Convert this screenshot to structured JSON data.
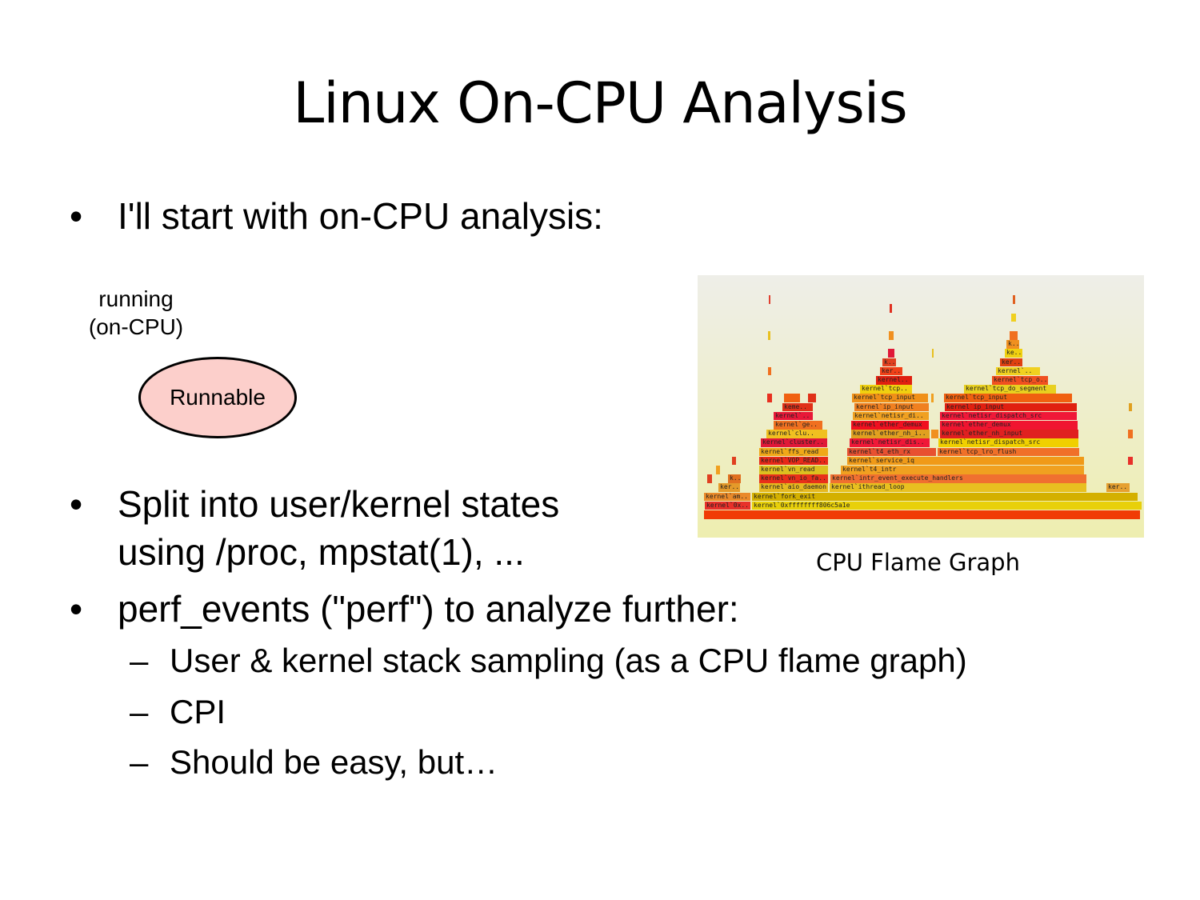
{
  "slide": {
    "title": "Linux On-CPU Analysis",
    "bullets": [
      {
        "marker": "•",
        "text": "I'll start with on-CPU analysis:"
      },
      {
        "marker": "•",
        "line1": "Split into user/kernel states",
        "line2": "using /proc, mpstat(1), ..."
      },
      {
        "marker": "•",
        "text": "perf_events (\"perf\") to analyze further:"
      }
    ],
    "sub_bullets": [
      {
        "marker": "–",
        "text": "User & kernel stack sampling (as a CPU flame graph)"
      },
      {
        "marker": "–",
        "text": "CPI"
      },
      {
        "marker": "–",
        "text": "Should be easy, but…"
      }
    ]
  },
  "state_diagram": {
    "label_line1": "running",
    "label_line2": "(on-CPU)",
    "state": "Runnable"
  },
  "flame_graph": {
    "caption": "CPU Flame Graph",
    "labels": [
      "kernel`0x..",
      "kernel`0xffffffff806c5a1e",
      "kernel`am..",
      "kernel`fork_exit",
      "ker..",
      "kernel`aio_daemon",
      "kernel`ithread_loop",
      "ker..",
      "k..",
      "kernel`vn_io_fa..",
      "kernel`intr_event_execute_handlers",
      "kernel`vn_read",
      "kernel`t4_intr",
      "kernel`VOP_READ..",
      "kernel`service_iq",
      "kernel`ffs_read",
      "kernel`t4_eth_rx",
      "kernel`tcp_lro_flush",
      "kernel`cluster..",
      "kernel`netisr_dis..",
      "kernel`netisr_dispatch_src",
      "kernel`clu..",
      "kernel`ether_nh_i..",
      "kernel`ether_nh_input",
      "kernel`ge..",
      "kernel`ether_demux",
      "kernel`ether_demux",
      "kernel`..",
      "kernel`netisr_di..",
      "kernel`netisr_dispatch_src",
      "keme..",
      "kernel`ip_input",
      "kernel`ip_input",
      "kernel`tcp_input",
      "kernel`tcp_input",
      "kernel`tcp..",
      "kernel`tcp_do_segment",
      "kernel..",
      "kernel`tcp_o..",
      "ker..",
      "kernel`..",
      "k..",
      "ker..",
      "ke..",
      "k.."
    ]
  }
}
